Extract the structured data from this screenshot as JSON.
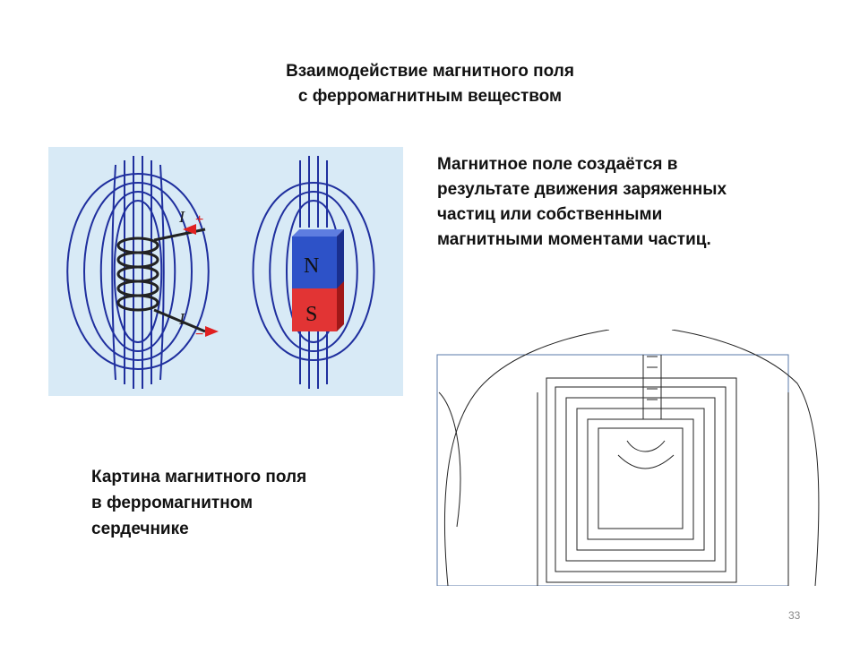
{
  "slide": {
    "title_lines": [
      "Взаимодействие магнитного поля",
      "с ферромагнитным веществом"
    ],
    "description_lines": [
      "Магнитное поле создаётся в",
      "результате движения заряженных",
      "частиц или собственными",
      "магнитными моментами частиц."
    ],
    "caption_lines": [
      "Картина магнитного поля",
      "в ферромагнитном",
      "сердечнике"
    ],
    "page_number": "33"
  },
  "field_figure": {
    "current_symbol": "I",
    "plus_sign": "+",
    "minus_sign": "−",
    "north_label": "N",
    "south_label": "S",
    "colors": {
      "background": "#d8eaf6",
      "field_lines": "#1f2f9e",
      "current_arrow": "#e02020",
      "north": "#2d52c8",
      "south": "#e23434",
      "coil": "#222222"
    }
  },
  "core_figure": {
    "colors": {
      "lines": "#222222",
      "frame": "#5a7aa8"
    }
  }
}
